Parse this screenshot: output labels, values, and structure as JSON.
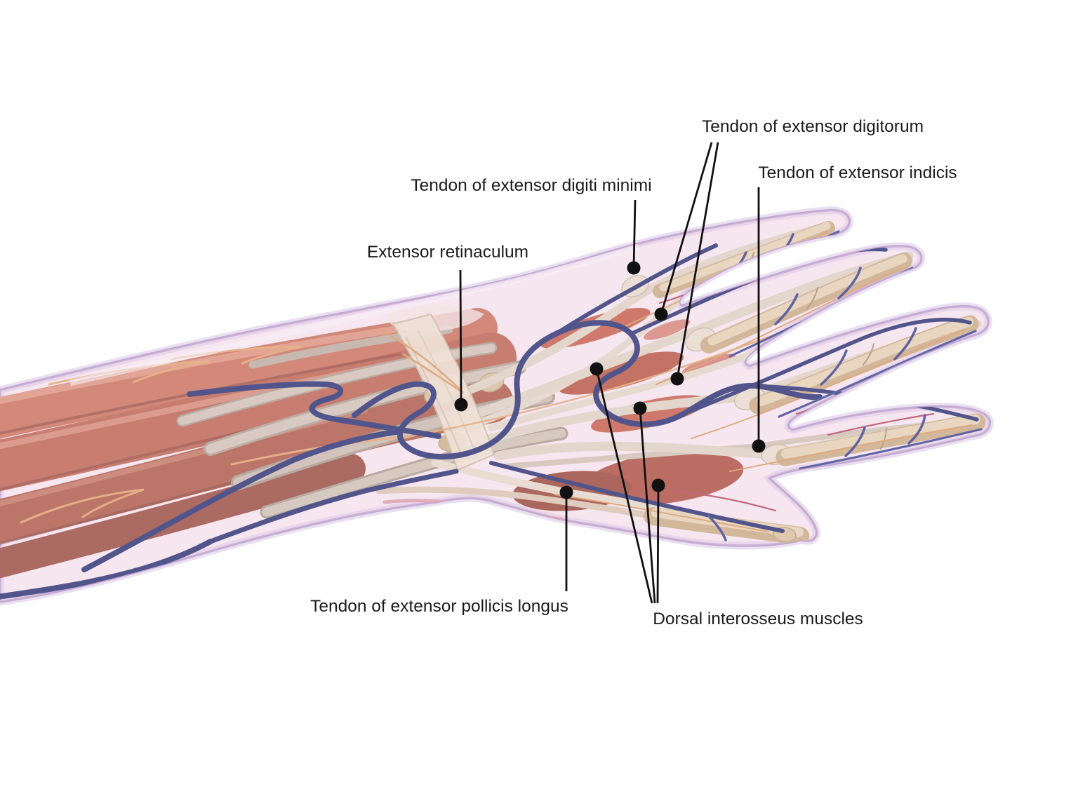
{
  "annotations": {
    "labels": [
      {
        "id": "tendon-extensor-digitorum",
        "text": "Tendon of extensor digitorum"
      },
      {
        "id": "tendon-extensor-indicis",
        "text": "Tendon of extensor indicis"
      },
      {
        "id": "tendon-extensor-digiti-minimi",
        "text": "Tendon of extensor digiti minimi"
      },
      {
        "id": "extensor-retinaculum",
        "text": "Extensor retinaculum"
      },
      {
        "id": "tendon-extensor-pollicis-longus",
        "text": "Tendon of extensor pollicis longus"
      },
      {
        "id": "dorsal-interosseus-muscles",
        "text": "Dorsal interosseus muscles"
      }
    ],
    "label_color": "#1b1b1b",
    "leader_color": "#111111"
  },
  "colors": {
    "background": "#ffffff",
    "skin_translucent": "#f2d8ea",
    "skin_outline": "#b89bca",
    "muscle": "#c06a50",
    "muscle_deep": "#9e4733",
    "interosseus_muscle": "#b5503a",
    "tendon": "#ddd5c2",
    "retinaculum": "#eee5d1",
    "bone": "#c9ad80",
    "vein": "#1c2a6b",
    "nerve": "#e2a468",
    "vessel": "#b2425a"
  }
}
